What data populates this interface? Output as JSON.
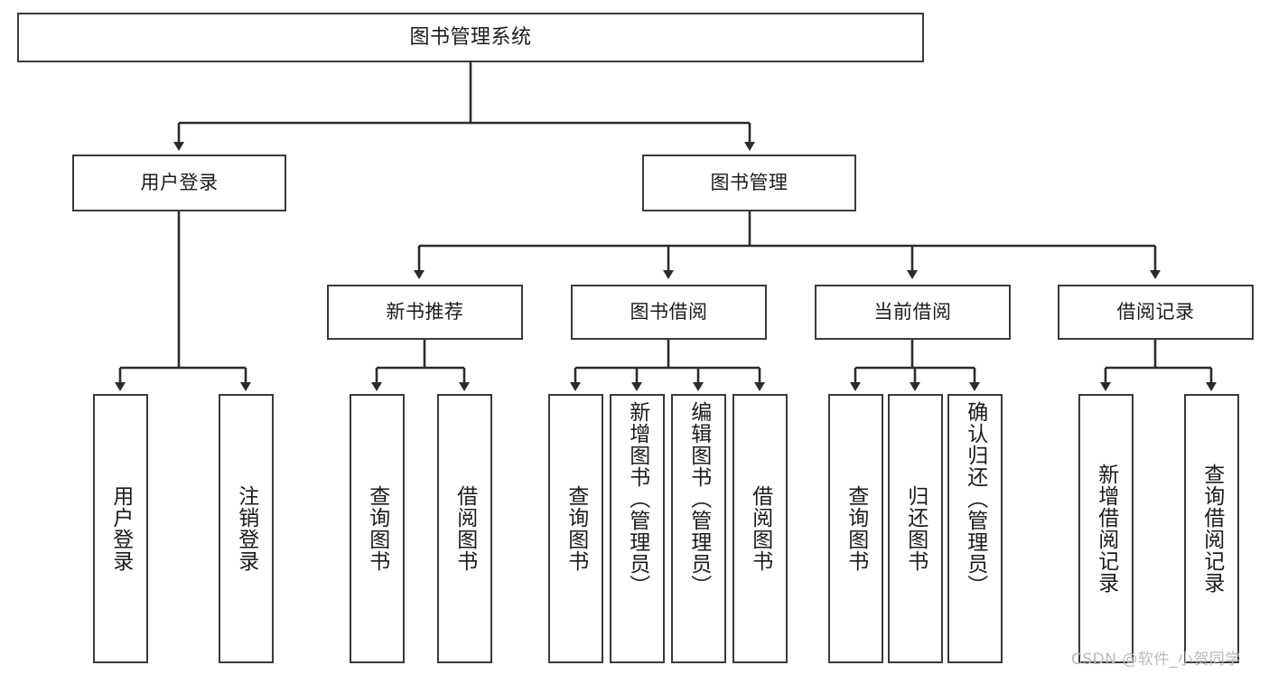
{
  "diagram": {
    "title": "图书管理系统",
    "type": "hierarchy-tree",
    "orientation": "top-down",
    "colors": {
      "box_border": "#3a3a3a",
      "box_fill": "#ffffff",
      "connector": "#2b2b2b",
      "text": "#1b1b1b",
      "watermark": "#b9b9b9"
    },
    "nodes": {
      "root": {
        "label": "图书管理系统"
      },
      "level2": [
        {
          "id": "user-login",
          "label": "用户登录"
        },
        {
          "id": "book-manage",
          "label": "图书管理"
        }
      ],
      "level3": [
        {
          "id": "new-book-recommend",
          "label": "新书推荐"
        },
        {
          "id": "book-borrow",
          "label": "图书借阅"
        },
        {
          "id": "current-borrow",
          "label": "当前借阅"
        },
        {
          "id": "borrow-record",
          "label": "借阅记录"
        }
      ],
      "leaves": {
        "user-login": [
          {
            "id": "leaf-user-login",
            "label": "用户登录"
          },
          {
            "id": "leaf-user-logout",
            "label": "注销登录"
          }
        ],
        "new-book-recommend": [
          {
            "id": "leaf-query-book-1",
            "label": "查询图书"
          },
          {
            "id": "leaf-borrow-book-1",
            "label": "借阅图书"
          }
        ],
        "book-borrow": [
          {
            "id": "leaf-query-book-2",
            "label": "查询图书"
          },
          {
            "id": "leaf-add-book",
            "label": "新增图书（管理员）"
          },
          {
            "id": "leaf-edit-book",
            "label": "编辑图书（管理员）"
          },
          {
            "id": "leaf-borrow-book-2",
            "label": "借阅图书"
          }
        ],
        "current-borrow": [
          {
            "id": "leaf-query-book-3",
            "label": "查询图书"
          },
          {
            "id": "leaf-return-book",
            "label": "归还图书"
          },
          {
            "id": "leaf-confirm-return",
            "label": "确认归还（管理员）"
          }
        ],
        "borrow-record": [
          {
            "id": "leaf-add-record",
            "label": "新增借阅记录"
          },
          {
            "id": "leaf-query-record",
            "label": "查询借阅记录"
          }
        ]
      }
    },
    "watermark": "CSDN @软件_小贺同学"
  }
}
